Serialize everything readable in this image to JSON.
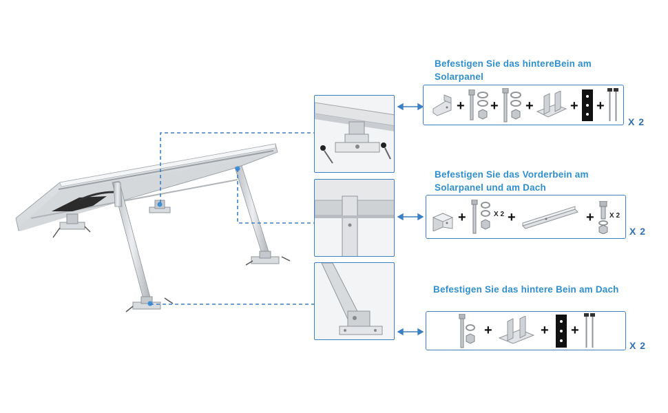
{
  "sections": [
    {
      "heading": "Befestigen Sie das hintereBein am Solarpanel",
      "multiplier": "X 2",
      "parts": [
        {
          "name": "l-bracket-icon"
        },
        {
          "name": "bolt-icon"
        },
        {
          "name": "washer-nut-icon"
        },
        {
          "name": "long-bolt-icon"
        },
        {
          "name": "u-bracket-icon"
        },
        {
          "name": "rubber-pad-icon"
        },
        {
          "name": "screws-icon"
        }
      ],
      "part_counts": []
    },
    {
      "heading": "Befestigen Sie das Vorderbein am Solarpanel und am Dach",
      "multiplier": "X 2",
      "parts": [
        {
          "name": "l-bracket-icon"
        },
        {
          "name": "bolt-washer-nut-icon"
        },
        {
          "name": "extension-rail-icon"
        },
        {
          "name": "short-bolt-nut-icon"
        }
      ],
      "part_counts": [
        "X 2",
        "X 2"
      ]
    },
    {
      "heading": "Befestigen Sie das hintere Bein am Dach",
      "multiplier": "X 2",
      "parts": [
        {
          "name": "bolt-washer-nut-icon"
        },
        {
          "name": "u-bracket-icon"
        },
        {
          "name": "rubber-pad-icon"
        },
        {
          "name": "screws-icon"
        }
      ],
      "part_counts": []
    }
  ],
  "plus_symbol": "+",
  "colors": {
    "accent_blue": "#2f8fce",
    "border_blue": "#3b7fc4",
    "dashed_blue": "#3b7fc4",
    "aluminium": "#c9ccd0",
    "dark_part": "#111111"
  }
}
